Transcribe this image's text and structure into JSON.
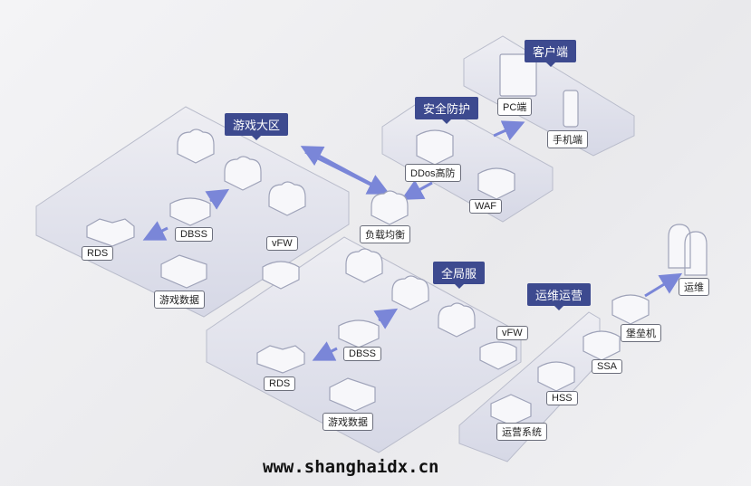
{
  "groups": {
    "game_zone": "游戏大区",
    "client": "客户端",
    "security": "安全防护",
    "global": "全局服",
    "ops": "运维运营"
  },
  "nodes": {
    "pc": "PC端",
    "mobile": "手机端",
    "ddos": "DDos高防",
    "waf": "WAF",
    "lb": "负载均衡",
    "rds1": "RDS",
    "dbss1": "DBSS",
    "vfw1": "vFW",
    "gamedata1": "游戏数据",
    "rds2": "RDS",
    "dbss2": "DBSS",
    "vfw2": "vFW",
    "gamedata2": "游戏数据",
    "bastion": "堡垒机",
    "ssa": "SSA",
    "hss": "HSS",
    "opsys": "运营系统",
    "ops_user": "运维"
  },
  "watermark": "www.shanghaidx.cn",
  "colors": {
    "tag": "#3d4a8f",
    "arrow": "#7a86d8",
    "platform": "#dcdde8"
  }
}
